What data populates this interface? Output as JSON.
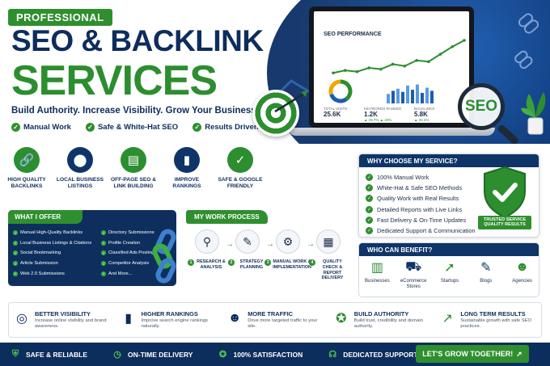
{
  "colors": {
    "navy": "#0c2e5c",
    "green": "#2c8e2f",
    "white": "#ffffff"
  },
  "hero": {
    "badge": "PROFESSIONAL",
    "title_line1": "SEO & BACKLINK",
    "title_line2": "SERVICES",
    "tagline": "Build Authority. Increase Visibility. Grow Your Business.",
    "checks": [
      "Manual Work",
      "Safe & White-Hat SEO",
      "Results Driven"
    ],
    "check_icon": "check-circle-icon"
  },
  "dashboard": {
    "title": "SEO PERFORMANCE",
    "stats": [
      {
        "label": "TOTAL VISITS",
        "value": "25.6K",
        "change": ""
      },
      {
        "label": "KEYWORDS RANKED",
        "value": "1.2K",
        "change": "▲ 25.7%  ▲ 20%"
      },
      {
        "label": "BACKLINKS",
        "value": "5.8K",
        "change": "▲ 32.4%"
      }
    ],
    "line_trend": [
      10,
      14,
      12,
      18,
      16,
      24,
      21,
      30,
      28,
      40,
      52,
      62
    ],
    "bar_heights": [
      0.45,
      0.6,
      0.7,
      0.55,
      0.85,
      0.65,
      0.9,
      0.5,
      0.75,
      0.6
    ],
    "donut_fractions": [
      0.4,
      0.3,
      0.3
    ],
    "seo_magnifier": "SEO"
  },
  "services": [
    {
      "label": "HIGH QUALITY BACKLINKS",
      "icon": "link-icon",
      "color": "#2c8e2f"
    },
    {
      "label": "LOCAL BUSINESS LISTINGS",
      "icon": "map-pin-icon",
      "color": "#0f3568"
    },
    {
      "label": "OFF-PAGE SEO & LINK BUILDING",
      "icon": "document-icon",
      "color": "#2c8e2f"
    },
    {
      "label": "IMPROVE RANKINGS",
      "icon": "bar-chart-icon",
      "color": "#0f3568"
    },
    {
      "label": "SAFE & GOOGLE FRIENDLY",
      "icon": "shield-check-icon",
      "color": "#2c8e2f"
    }
  ],
  "why": {
    "title": "WHY CHOOSE MY SERVICE?",
    "items": [
      "100% Manual Work",
      "White-Hat & Safe SEO Methods",
      "Quality Work with Real Results",
      "Detailed Reports with Live Links",
      "Fast Delivery & On-Time Updates",
      "Dedicated Support & Communication"
    ],
    "badge": "TRUSTED SERVICE QUALITY RESULTS"
  },
  "offer": {
    "title": "WHAT I OFFER",
    "col1": [
      "Manual High-Quality Backlinks",
      "Local Business Listings & Citations",
      "Social Bookmarking",
      "Article Submission",
      "Web 2.0 Submissions"
    ],
    "col2": [
      "Directory Submissions",
      "Profile Creation",
      "Classified Ads Posting",
      "Competitor Analysis",
      "And More..."
    ]
  },
  "process": {
    "title": "MY WORK PROCESS",
    "steps": [
      {
        "num": "1",
        "label": "RESEARCH & ANALYSIS",
        "icon": "search-icon"
      },
      {
        "num": "2",
        "label": "STRATEGY PLANNING",
        "icon": "document-edit-icon"
      },
      {
        "num": "3",
        "label": "MANUAL WORK & IMPLEMENTATION",
        "icon": "gears-icon"
      },
      {
        "num": "4",
        "label": "QUALITY CHECK & REPORT DELIVERY",
        "icon": "report-chart-icon"
      }
    ]
  },
  "who": {
    "title": "WHO CAN BENEFIT?",
    "items": [
      {
        "label": "Businesses",
        "icon": "building-icon"
      },
      {
        "label": "eCommerce Stores",
        "icon": "shopping-cart-icon"
      },
      {
        "label": "Startups",
        "icon": "rocket-icon"
      },
      {
        "label": "Blogs",
        "icon": "blog-icon"
      },
      {
        "label": "Agencies",
        "icon": "people-icon"
      }
    ]
  },
  "benefits": [
    {
      "title": "BETTER VISIBILITY",
      "desc": "Increase online visibility and brand awareness.",
      "icon": "target-icon"
    },
    {
      "title": "HIGHER RANKINGS",
      "desc": "Improve search engine rankings naturally.",
      "icon": "bar-chart-icon"
    },
    {
      "title": "MORE TRAFFIC",
      "desc": "Drive more targeted traffic to your site.",
      "icon": "people-icon"
    },
    {
      "title": "BUILD AUTHORITY",
      "desc": "Build trust, credibility and domain authority.",
      "icon": "award-icon"
    },
    {
      "title": "LONG TERM RESULTS",
      "desc": "Sustainable growth with safe SEO practices.",
      "icon": "growth-chart-icon"
    }
  ],
  "footer": {
    "items": [
      {
        "label": "SAFE & RELIABLE",
        "icon": "shield-check-icon"
      },
      {
        "label": "ON-TIME DELIVERY",
        "icon": "clock-icon"
      },
      {
        "label": "100% SATISFACTION",
        "icon": "medal-icon"
      },
      {
        "label": "DEDICATED SUPPORT",
        "icon": "headset-icon"
      }
    ],
    "cta": "LET'S GROW TOGETHER!"
  }
}
